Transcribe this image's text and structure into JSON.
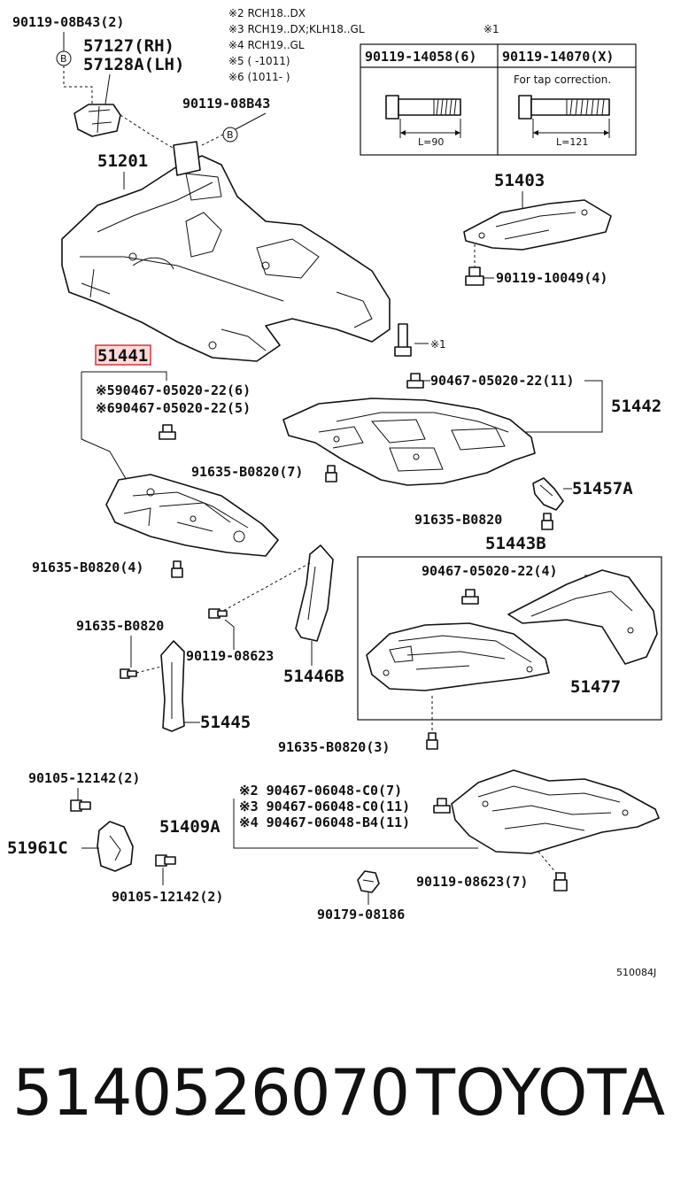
{
  "labels": {
    "p90119_08B43_2": "90119-08B43(2)",
    "p57127": "57127(RH)",
    "p57128A": "57128A(LH)",
    "p90119_08B43": "90119-08B43",
    "p51201": "51201",
    "p51441": "51441",
    "p51403": "51403",
    "p90119_10049": "90119-10049(4)",
    "x1_ref": "※1",
    "p90467_05020_22_11": "90467-05020-22(11)",
    "p51442": "51442",
    "n5_90467": "※590467-05020-22(6)",
    "n6_90467": "※690467-05020-22(5)",
    "p91635_B0820_7": "91635-B0820(7)",
    "p51457A": "51457A",
    "p91635_B0820_a": "91635-B0820",
    "p51443B": "51443B",
    "p90467_05020_22_4": "90467-05020-22(4)",
    "p91635_B0820_4": "91635-B0820(4)",
    "p91635_B0820_b": "91635-B0820",
    "p90119_08623": "90119-08623",
    "p51446B": "51446B",
    "p51445": "51445",
    "p51477": "51477",
    "p91635_B0820_3": "91635-B0820(3)",
    "p90105_12142_a": "90105-12142(2)",
    "p51961C": "51961C",
    "p90105_12142_b": "90105-12142(2)",
    "p51409A": "51409A",
    "n2_90467": "※2 90467-06048-C0(7)",
    "n3_90467": "※3 90467-06048-C0(11)",
    "n4_90467": "※4 90467-06048-B4(11)",
    "p90119_08623_7": "90119-08623(7)",
    "p90179_08186": "90179-08186",
    "diagram_code": "510084J",
    "circle_b": "B"
  },
  "notes": {
    "n2": "※2 RCH18..DX",
    "n3": "※3 RCH19..DX;KLH18..GL",
    "n4": "※4 RCH19..GL",
    "n5": "※5 (        -1011)",
    "n6": "※6 (1011-        )"
  },
  "bolt_table": {
    "ref": "※1",
    "col1_header": "90119-14058(6)",
    "col2_header": "90119-14070(X)",
    "col1_length": "L=90",
    "col2_length": "L=121",
    "col2_note": "For tap correction."
  },
  "footer": {
    "part_number": "5140526070",
    "brand": "TOYOTA"
  },
  "colors": {
    "highlight_fill": "#ffd9d9",
    "highlight_stroke": "#cc2a2a",
    "ink": "#111111"
  }
}
